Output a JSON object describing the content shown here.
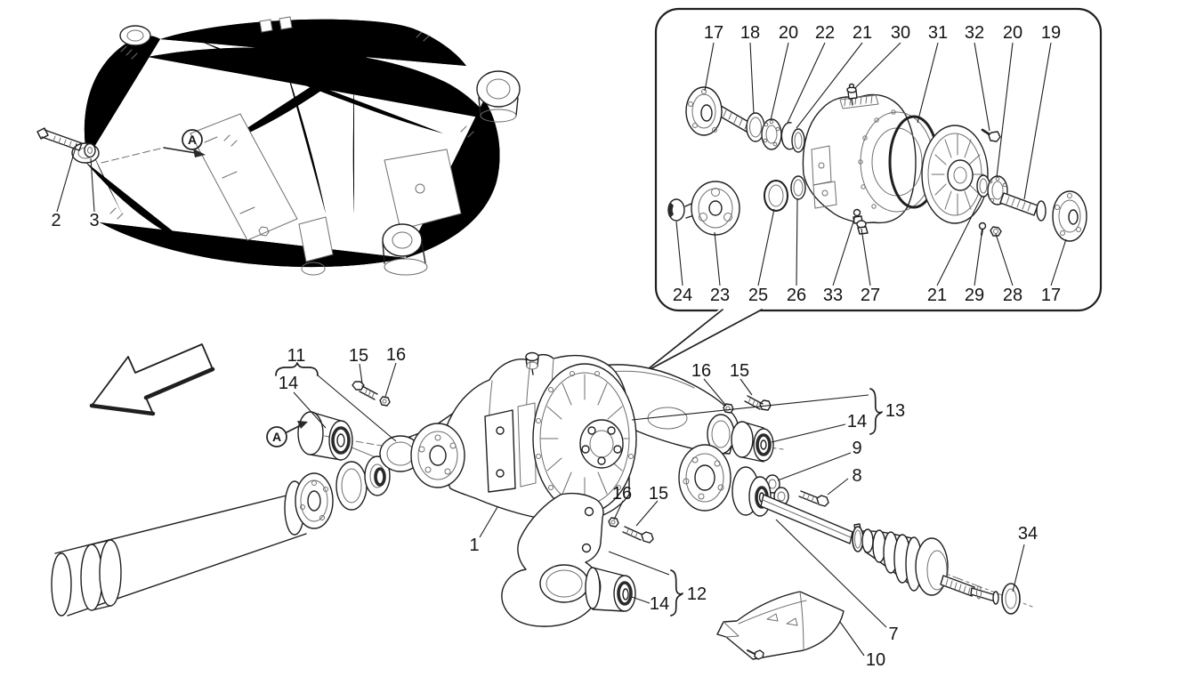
{
  "colors": {
    "background": "#ffffff",
    "ink": "#1f1f1f",
    "ink_light": "#6e6e6e"
  },
  "view_marker": {
    "letter": "A"
  },
  "labels": {
    "subframe": {
      "bolt": "2",
      "washer": "3"
    },
    "inset_top": [
      "17",
      "18",
      "20",
      "22",
      "21",
      "30",
      "31",
      "32",
      "20",
      "19"
    ],
    "inset_bottom": [
      "24",
      "23",
      "25",
      "26",
      "33",
      "27",
      "21",
      "29",
      "28",
      "17"
    ],
    "main": {
      "group11": "11",
      "bushing14_left": "14",
      "bolt15_left": "15",
      "nut16_left": "16",
      "nut16_right": "16",
      "bolt15_right": "15",
      "group13": "13",
      "bushing14_right": "14",
      "link9": "9",
      "bolt8": "8",
      "housing1": "1",
      "nut16_bracket": "16",
      "bolt15_bracket": "15",
      "bushing14_bracket": "14",
      "group12": "12",
      "axle7": "7",
      "heatshield10": "10",
      "circlip34": "34"
    }
  }
}
